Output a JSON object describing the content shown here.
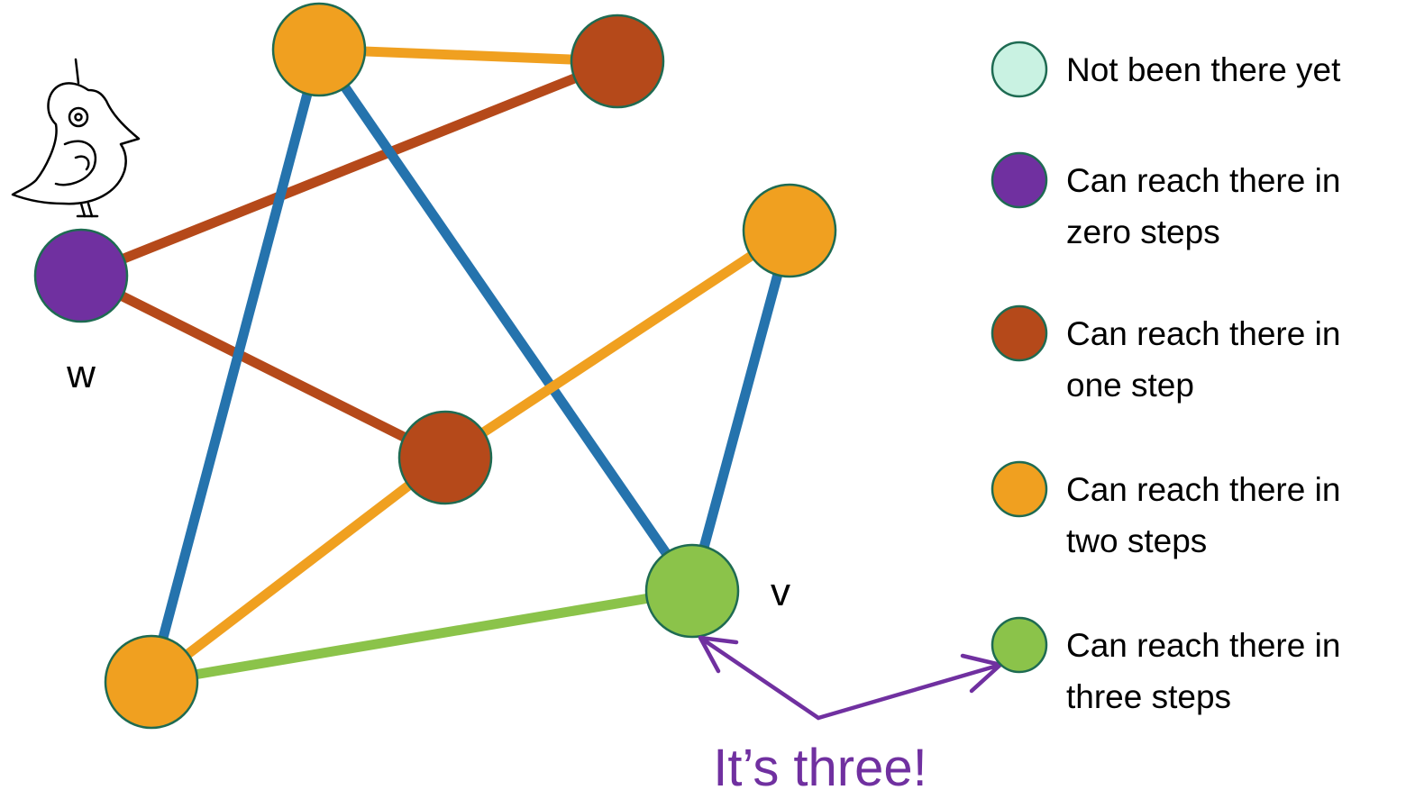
{
  "colors": {
    "unvisited": "#c9f2e2",
    "zero_steps": "#7030a0",
    "one_step": "#b5491a",
    "two_steps": "#f0a020",
    "three_steps": "#8bc34a",
    "blue_edge": "#2573ad",
    "node_outline": "#1e6b52",
    "callout": "#7030a0"
  },
  "graph": {
    "nodes": [
      {
        "id": "w",
        "label": "w",
        "state": "zero_steps"
      },
      {
        "id": "top",
        "label": "",
        "state": "two_steps"
      },
      {
        "id": "top-right",
        "label": "",
        "state": "one_step"
      },
      {
        "id": "right",
        "label": "",
        "state": "two_steps"
      },
      {
        "id": "middle",
        "label": "",
        "state": "one_step"
      },
      {
        "id": "bottom-left",
        "label": "",
        "state": "two_steps"
      },
      {
        "id": "v",
        "label": "v",
        "state": "three_steps"
      }
    ],
    "edges": [
      {
        "from": "top",
        "to": "top-right",
        "color": "two_steps"
      },
      {
        "from": "w",
        "to": "top-right",
        "color": "one_step"
      },
      {
        "from": "w",
        "to": "middle",
        "color": "one_step"
      },
      {
        "from": "top",
        "to": "bottom-left",
        "color": "blue_edge"
      },
      {
        "from": "top",
        "to": "v",
        "color": "blue_edge"
      },
      {
        "from": "right",
        "to": "v",
        "color": "blue_edge"
      },
      {
        "from": "middle",
        "to": "right",
        "color": "two_steps"
      },
      {
        "from": "middle",
        "to": "bottom-left",
        "color": "two_steps"
      },
      {
        "from": "bottom-left",
        "to": "v",
        "color": "three_steps"
      }
    ]
  },
  "legend": [
    {
      "state": "unvisited",
      "lines": [
        "Not been there yet"
      ]
    },
    {
      "state": "zero_steps",
      "lines": [
        "Can reach there in",
        "zero steps"
      ]
    },
    {
      "state": "one_step",
      "lines": [
        "Can reach there in",
        "one step"
      ]
    },
    {
      "state": "two_steps",
      "lines": [
        "Can reach there in",
        "two steps"
      ]
    },
    {
      "state": "three_steps",
      "lines": [
        "Can reach there in",
        "three steps"
      ]
    }
  ],
  "callout": {
    "text": "It’s three!"
  },
  "icons": {
    "bird": "bird-icon"
  }
}
